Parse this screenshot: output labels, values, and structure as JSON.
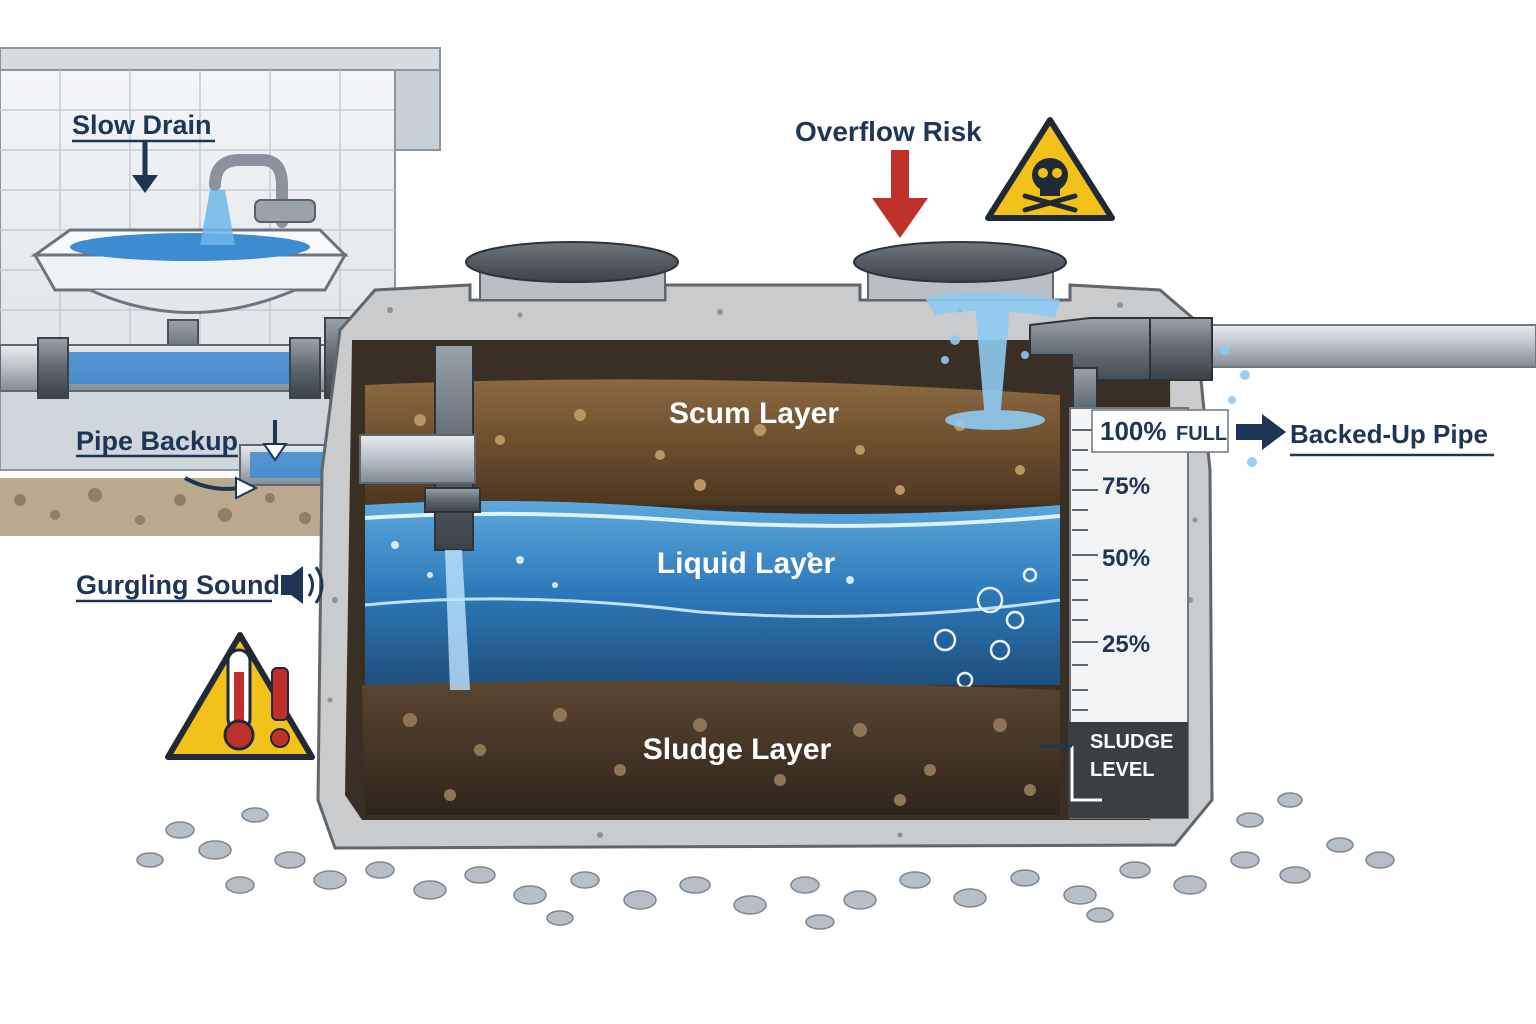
{
  "callouts": {
    "slow_drain": "Slow Drain",
    "pipe_backup": "Pipe Backup",
    "gurgling_sound": "Gurgling Sound",
    "overflow_risk": "Overflow Risk",
    "backed_up_pipe": "Backed-Up Pipe"
  },
  "layers": {
    "scum": "Scum Layer",
    "liquid": "Liquid Layer",
    "sludge": "Sludge Layer"
  },
  "gauge": {
    "full_pct": "100%",
    "full_word": "FULL",
    "p75": "75%",
    "p50": "50%",
    "p25": "25%",
    "sludge_line1": "SLUDGE",
    "sludge_line2": "LEVEL"
  },
  "icons": {
    "sound": "speaker-icon",
    "hazard": "skull-warning-icon",
    "temperature": "thermometer-warning-icon"
  },
  "colors": {
    "label_text": "#1f3556",
    "warning_yellow": "#f2c21b",
    "alert_red": "#c0302a",
    "water_blue": "#2f7fc1",
    "scum_brown": "#6b4a2b",
    "sludge_brown": "#4a3a2a",
    "concrete": "#c9cbcc"
  }
}
